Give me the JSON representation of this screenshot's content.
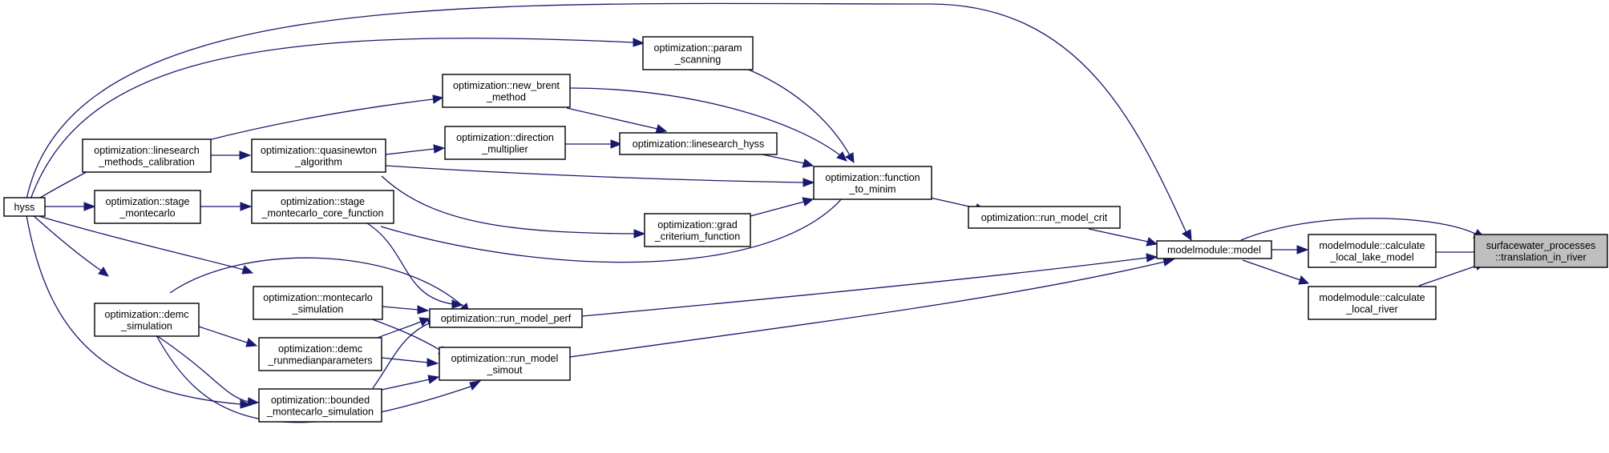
{
  "title": "",
  "colors": {
    "edge": "#191970",
    "root_fill": "#bfbfbf",
    "node_fill": "#ffffff",
    "border": "#000000"
  },
  "nodes": [
    {
      "id": "root",
      "lines": [
        "surfacewater_processes",
        "::translation_in_river"
      ],
      "highlight": true
    },
    {
      "id": "lake",
      "lines": [
        "modelmodule::calculate",
        "_local_lake_model"
      ]
    },
    {
      "id": "river",
      "lines": [
        "modelmodule::calculate",
        "_local_river"
      ]
    },
    {
      "id": "model",
      "lines": [
        "modelmodule::model"
      ]
    },
    {
      "id": "crit",
      "lines": [
        "optimization::run_model_crit"
      ]
    },
    {
      "id": "ftm",
      "lines": [
        "optimization::function",
        "_to_minim"
      ]
    },
    {
      "id": "param",
      "lines": [
        "optimization::param",
        "_scanning"
      ]
    },
    {
      "id": "brent",
      "lines": [
        "optimization::new_brent",
        "_method"
      ]
    },
    {
      "id": "lsh",
      "lines": [
        "optimization::linesearch_hyss"
      ]
    },
    {
      "id": "dirm",
      "lines": [
        "optimization::direction",
        "_multiplier"
      ]
    },
    {
      "id": "quasi",
      "lines": [
        "optimization::quasinewton",
        "_algorithm"
      ]
    },
    {
      "id": "lsmc",
      "lines": [
        "optimization::linesearch",
        "_methods_calibration"
      ]
    },
    {
      "id": "grad",
      "lines": [
        "optimization::grad",
        "_criterium_function"
      ]
    },
    {
      "id": "smcf",
      "lines": [
        "optimization::stage",
        "_montecarlo_core_function"
      ]
    },
    {
      "id": "smc",
      "lines": [
        "optimization::stage",
        "_montecarlo"
      ]
    },
    {
      "id": "hyss",
      "lines": [
        "hyss"
      ]
    },
    {
      "id": "perf",
      "lines": [
        "optimization::run_model_perf"
      ]
    },
    {
      "id": "simout",
      "lines": [
        "optimization::run_model",
        "_simout"
      ]
    },
    {
      "id": "mcs",
      "lines": [
        "optimization::montecarlo",
        "_simulation"
      ]
    },
    {
      "id": "demcrun",
      "lines": [
        "optimization::demc",
        "_runmedianparameters"
      ]
    },
    {
      "id": "bmcs",
      "lines": [
        "optimization::bounded",
        "_montecarlo_simulation"
      ]
    },
    {
      "id": "demc",
      "lines": [
        "optimization::demc",
        "_simulation"
      ]
    }
  ]
}
